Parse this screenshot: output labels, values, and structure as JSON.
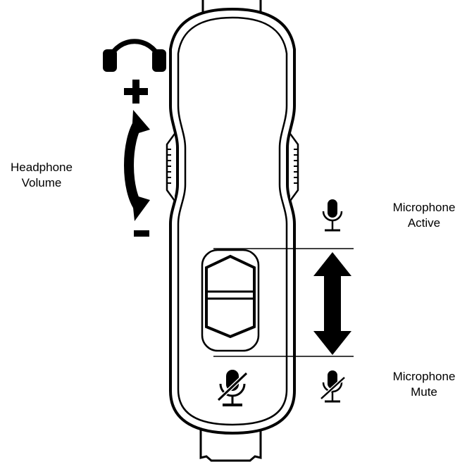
{
  "labels": {
    "headphone_volume": {
      "line1": "Headphone",
      "line2": "Volume"
    },
    "mic_active": {
      "line1": "Microphone",
      "line2": "Active"
    },
    "mic_mute": {
      "line1": "Microphone",
      "line2": "Mute"
    }
  },
  "icons": {
    "headphones": "headphones-icon",
    "volume_up": "plus-icon",
    "volume_down": "minus-icon",
    "mic_active": "microphone-icon",
    "mic_mute": "microphone-muted-icon"
  },
  "colors": {
    "stroke": "#000000",
    "fill": "#ffffff"
  }
}
